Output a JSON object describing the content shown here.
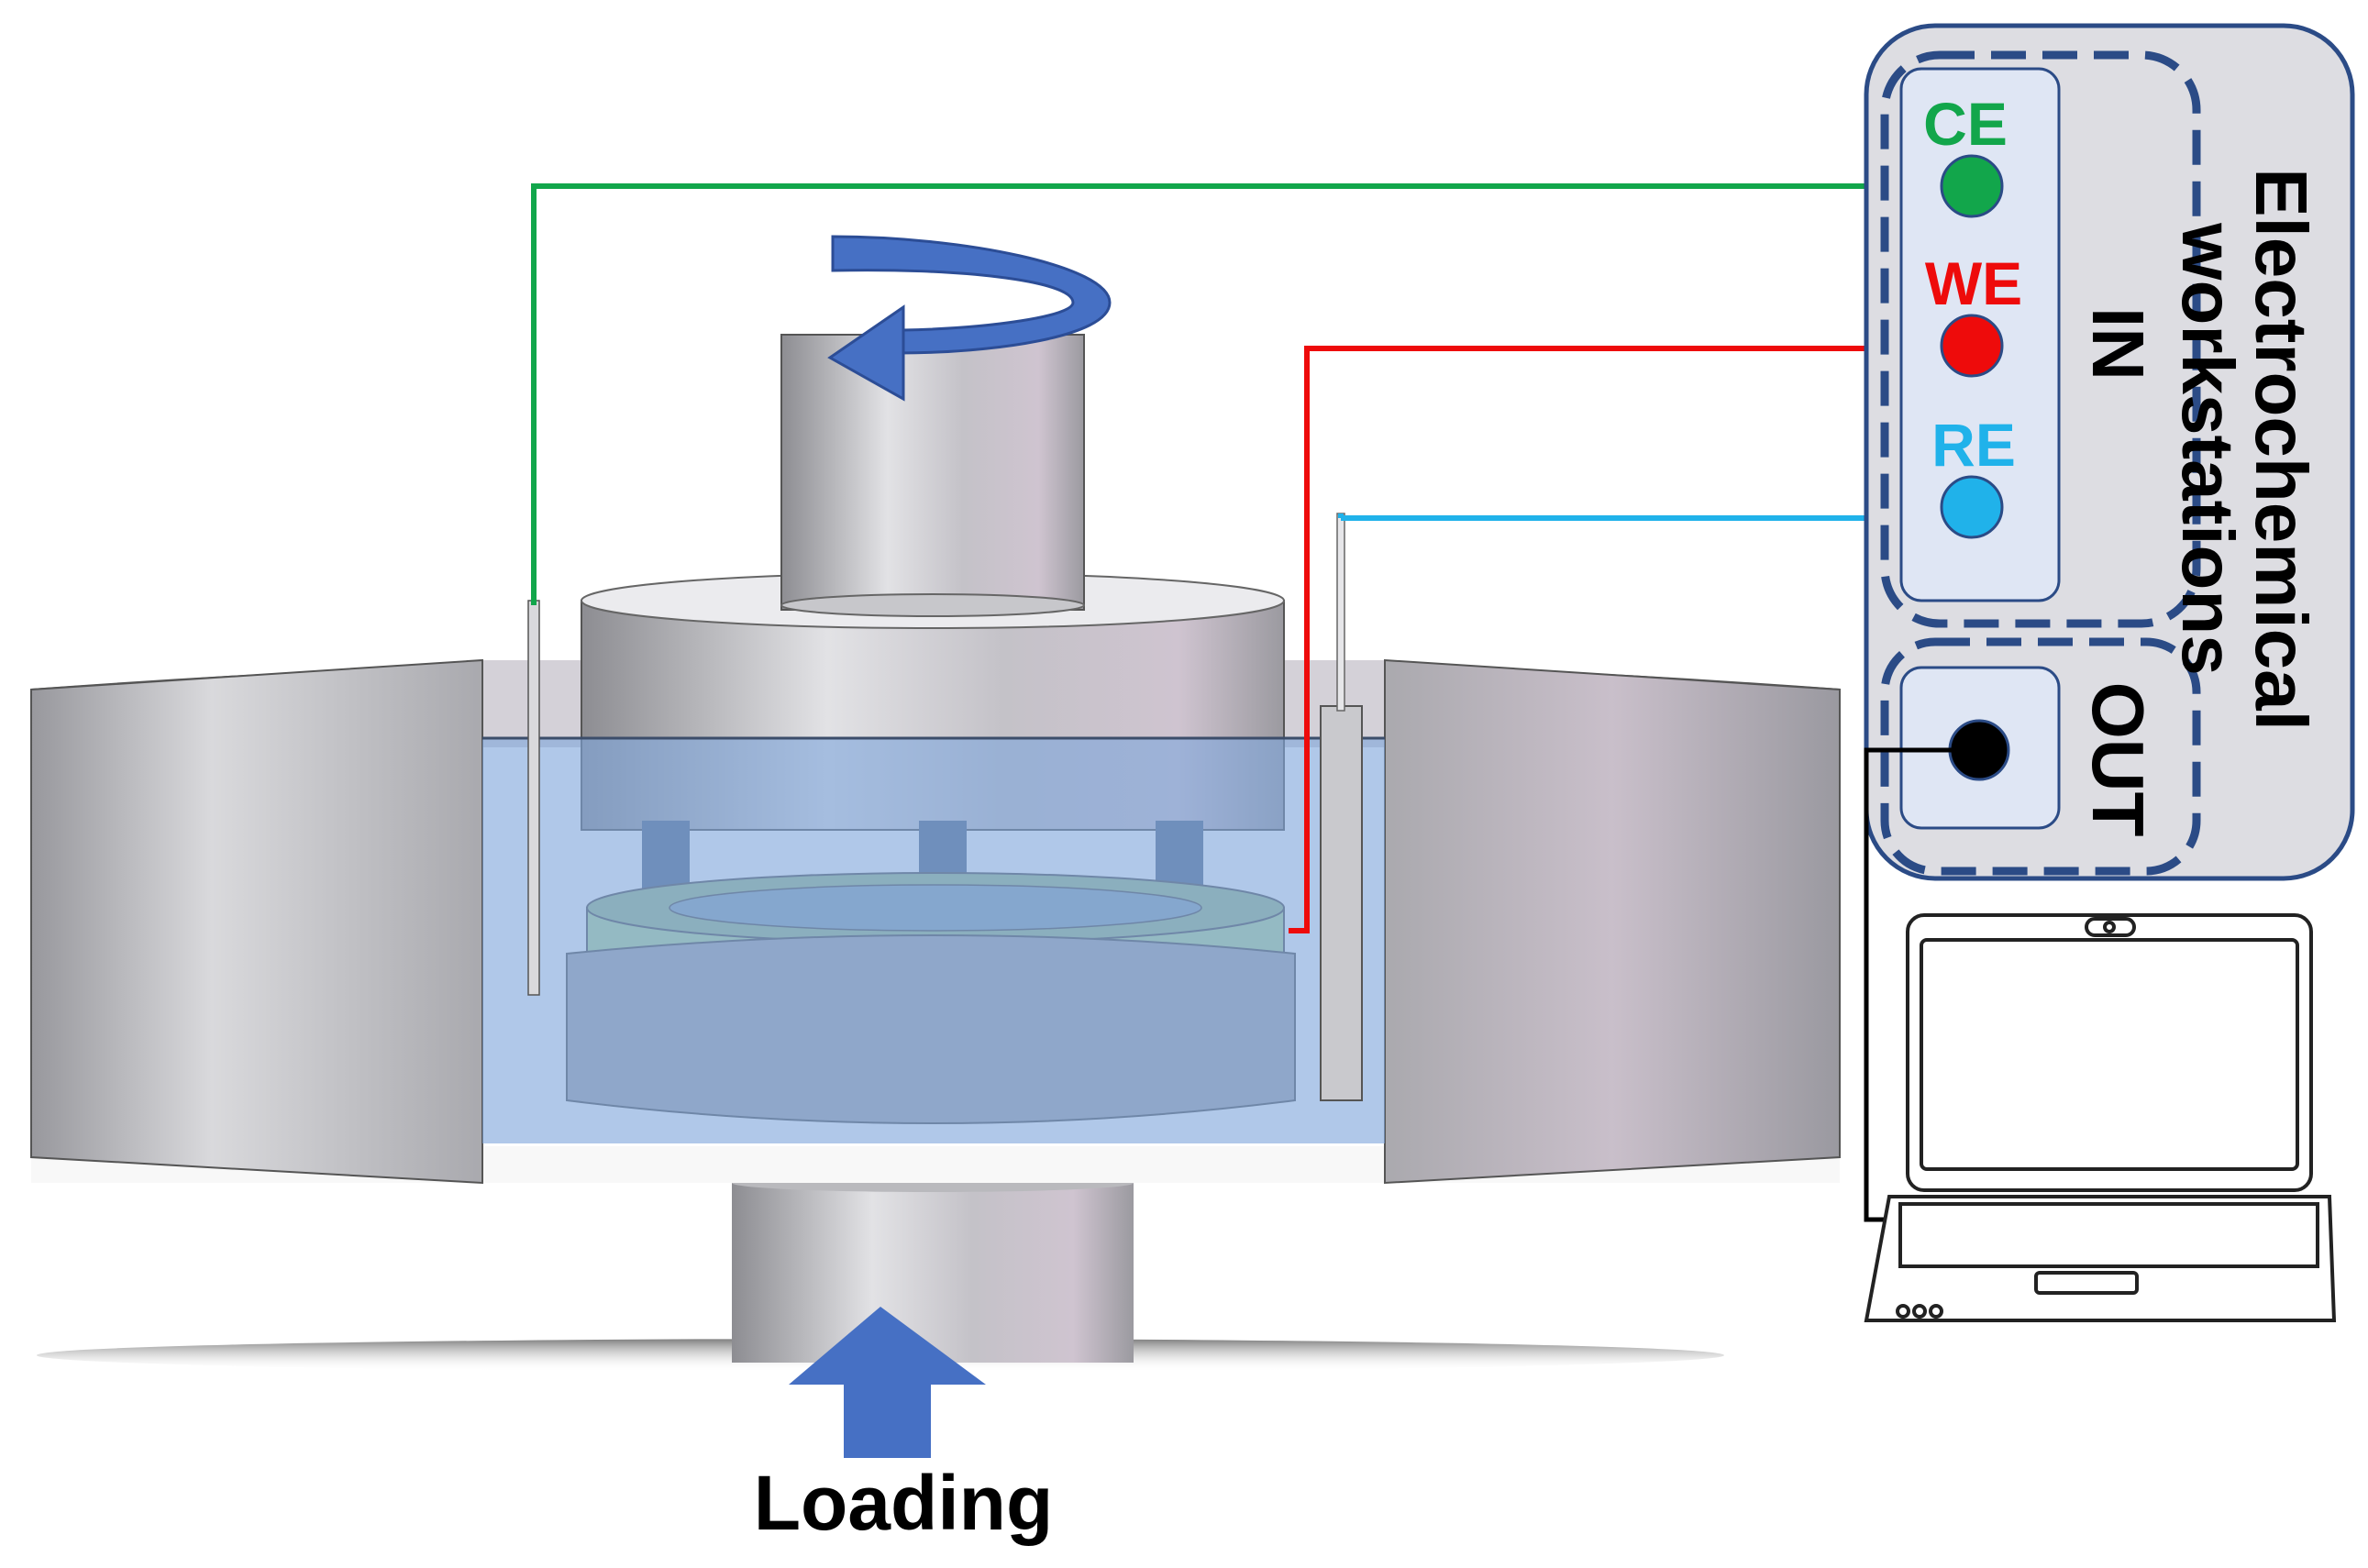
{
  "labels": {
    "ce": "CE",
    "we": "WE",
    "re": "RE",
    "in": "IN",
    "out": "OUT",
    "workstation_line1": "Electrochemical",
    "workstation_line2": "workstations",
    "loading": "Loading"
  },
  "colors": {
    "ce": "#12a64b",
    "we": "#ee0b0b",
    "re": "#20b2ea",
    "arrow": "#4670c4",
    "water": "#8fb2df",
    "panel_border": "#2b4b86",
    "panel_fill": "#dddde2"
  },
  "icons": {
    "rotation_arrow": "curved-arrow-icon",
    "loading_arrow": "up-arrow-icon",
    "laptop": "laptop-icon"
  }
}
